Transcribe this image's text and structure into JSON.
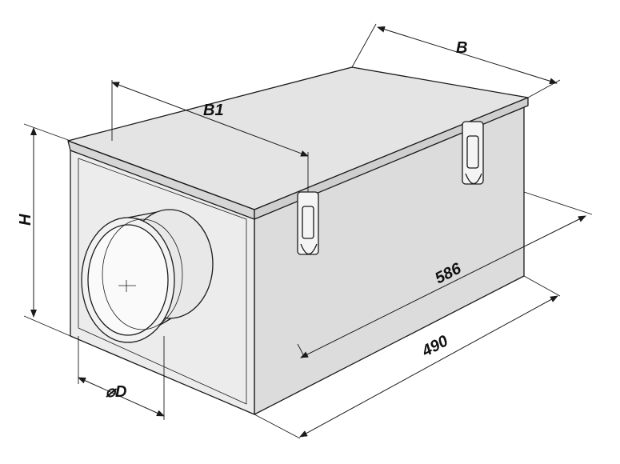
{
  "labels": {
    "width": "B",
    "inner_width": "B1",
    "height": "H",
    "total_length": "586",
    "body_length": "490",
    "duct_diameter": "⌀D"
  },
  "colors": {
    "line": "#1a1a1a",
    "top_face": "#e4e4e4",
    "front_face": "#ececec",
    "side_face": "#dcdcdc",
    "duct": "#e8e8e8"
  }
}
